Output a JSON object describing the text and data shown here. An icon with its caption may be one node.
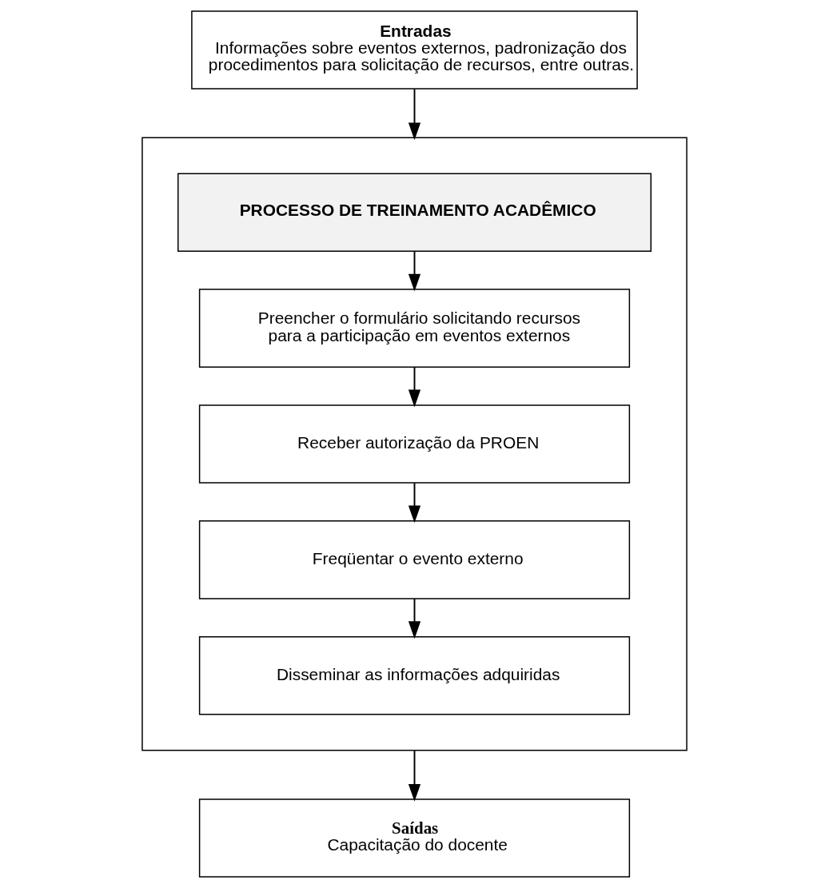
{
  "diagram": {
    "nodes": [
      {
        "text": [
          "Entradas",
          "Informações sobre eventos externos, padronização dos procedimentos para solicitação de recursos, entre outras."
        ]
      },
      {
        "text": [],
        "shape": "box"
      },
      {
        "text": [
          "PROCESSO DE TREINAMENTO ACADÊMICO"
        ],
        "in": 1
      },
      {
        "text": [
          "Preencher o formulário solicitando recursos para a participação em eventos externos"
        ],
        "in": 1
      },
      {
        "text": [
          "Receber autorização da PROEN"
        ],
        "in": 1
      },
      {
        "text": [
          "Freqüentar o evento externo"
        ],
        "in": 1
      },
      {
        "text": [
          "Disseminar as informações adquiridas"
        ],
        "in": 1
      },
      {
        "text": [
          "Saídas",
          "Capacitação do docente"
        ]
      }
    ],
    "edges": [
      {
        "from": 0,
        "to": 1,
        "arrow": "to"
      },
      {
        "from": 2,
        "to": 3,
        "arrow": "to"
      },
      {
        "from": 3,
        "to": 4,
        "arrow": "to"
      },
      {
        "from": 4,
        "to": 5,
        "arrow": "to"
      },
      {
        "from": 5,
        "to": 6,
        "arrow": "to"
      },
      {
        "from": 1,
        "to": 7,
        "arrow": "to"
      }
    ]
  }
}
